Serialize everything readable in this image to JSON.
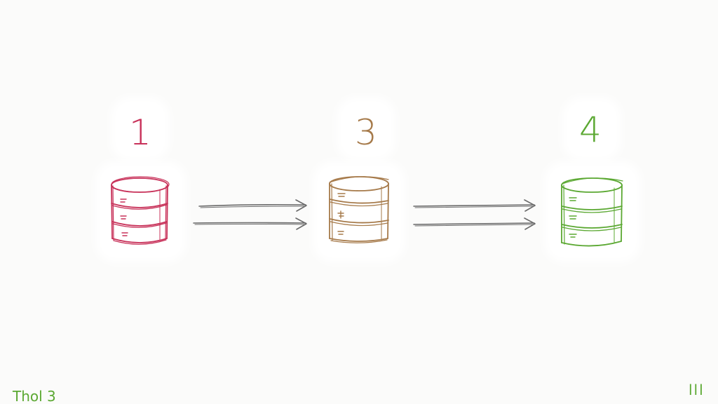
{
  "stages": [
    {
      "label": "1",
      "color": "#c8325a",
      "icon": "database-icon"
    },
    {
      "label": "3",
      "color": "#a67a4a",
      "icon": "database-icon"
    },
    {
      "label": "4",
      "color": "#5ba832",
      "icon": "database-icon"
    }
  ],
  "connectors": [
    {
      "from": "1",
      "to": "3",
      "color": "#6b6b6b",
      "icon": "double-arrow-icon"
    },
    {
      "from": "3",
      "to": "4",
      "color": "#6b6b6b",
      "icon": "double-arrow-icon"
    }
  ],
  "footer": {
    "left_text": "Thol 3",
    "right_text": "lll",
    "color": "#5ba832"
  }
}
